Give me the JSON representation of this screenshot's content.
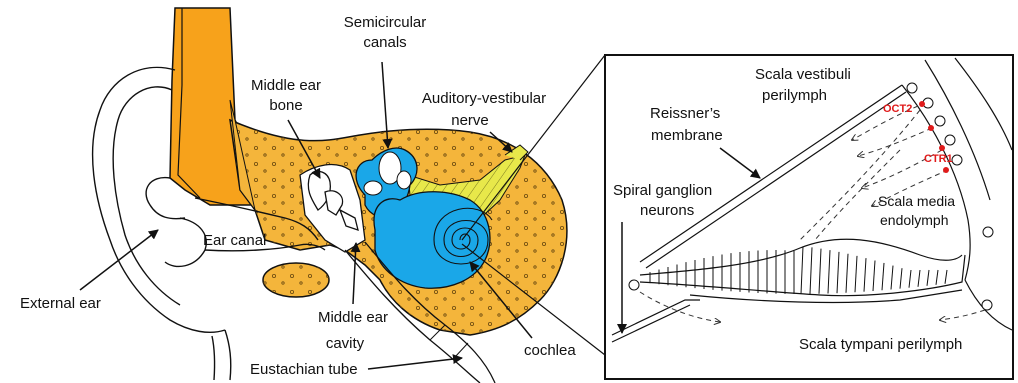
{
  "colors": {
    "orange_skin": "#f7a21b",
    "bone_yellow": "#f4b53b",
    "blue_inner_ear": "#1aa7e8",
    "nerve_yellow": "#e8e84a",
    "marker_red": "#e01a1a",
    "line": "#111111"
  },
  "labels": {
    "semicircular_canals_1": "Semicircular",
    "semicircular_canals_2": "canals",
    "middle_ear_bone_1": "Middle ear",
    "middle_ear_bone_2": "bone",
    "auditory_nerve_1": "Auditory-vestibular",
    "auditory_nerve_2": "nerve",
    "ear_canal": "Ear  canal",
    "external_ear": "External ear",
    "middle_ear_cavity_1": "Middle  ear",
    "middle_ear_cavity_2": "cavity",
    "eustachian_tube": "Eustachian tube",
    "cochlea": "cochlea",
    "scala_vestibuli_1": "Scala vestibuli",
    "scala_vestibuli_2": "perilymph",
    "reissners_membrane_1": "Reissner’s",
    "reissners_membrane_2": "membrane",
    "spiral_ganglion_1": "Spiral ganglion",
    "spiral_ganglion_2": "neurons",
    "scala_media_1": "Scala media",
    "scala_media_2": "endolymph",
    "scala_tympani": "Scala tympani perilymph",
    "oct2": "OCT2",
    "ctr1": "CTR1"
  },
  "icons": [
    "arrow-icon",
    "cell-circle-icon",
    "red-dot-marker-icon"
  ]
}
